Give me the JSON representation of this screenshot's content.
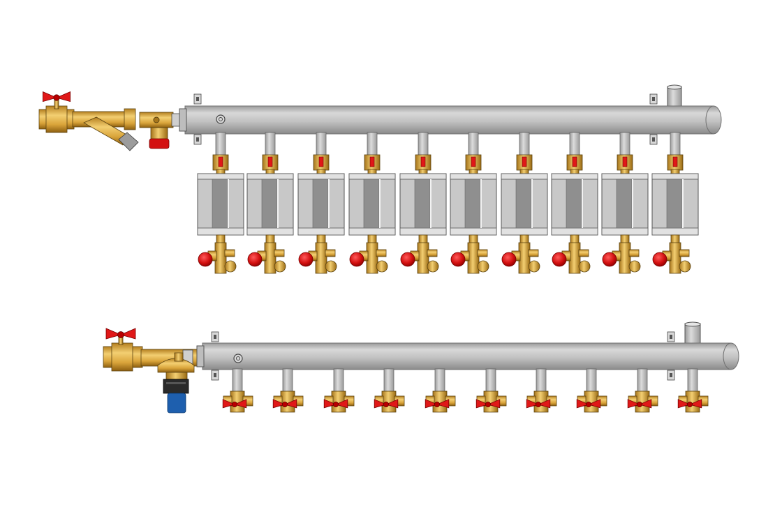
{
  "figure": {
    "background": "#ffffff",
    "colors": {
      "pipe": "#c4c4c4",
      "pipe_edge": "#6f6f6f",
      "pipe_highlight": "#e2e2e2",
      "brass": "#d9a43a",
      "brass_dark": "#9a6a12",
      "brass_light": "#f0cb6e",
      "red_handle": "#e01818",
      "red_cap": "#d31010",
      "meter_body": "#c8c8c8",
      "meter_dark": "#8f8f8f",
      "blue_fitting": "#1e5fae",
      "black_fitting": "#2a2a2a"
    }
  },
  "manifolds": [
    {
      "id": "upper-manifold",
      "outlet_count": 10,
      "has_flow_meters": true,
      "has_strainer": true,
      "has_air_vent": true,
      "inlet": "ball-valve-with-strainer",
      "outlet_valve": "thermostatic-valve-with-red-cap"
    },
    {
      "id": "lower-manifold",
      "outlet_count": 10,
      "has_flow_meters": false,
      "has_strainer": false,
      "has_air_vent": true,
      "inlet": "ball-valve-with-pressure-regulator",
      "outlet_valve": "ball-valve-with-red-butterfly-handle"
    }
  ]
}
